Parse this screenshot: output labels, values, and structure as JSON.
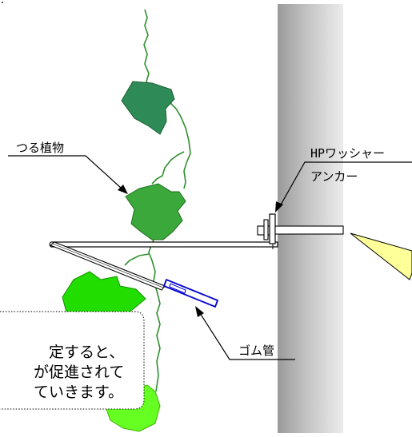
{
  "labels": {
    "plant": "つる植物",
    "washer": "HPワッシャー",
    "anchor": "アンカー",
    "rubber_tube": "ゴム管"
  },
  "callout": {
    "line1": "定すると、",
    "line2": "が促進されて",
    "line3": "ていきます。"
  },
  "colors": {
    "pillar_dark": "#8a8a8a",
    "pillar_light": "#e4e4e4",
    "leaf_dark": "#2e8b57",
    "leaf_mid": "#3aa83a",
    "leaf_bright": "#22dd00",
    "leaf_light": "#66ff22",
    "vine": "#2f8f2f",
    "tube": "#0000cc",
    "beam_tip": "#ffff99"
  }
}
